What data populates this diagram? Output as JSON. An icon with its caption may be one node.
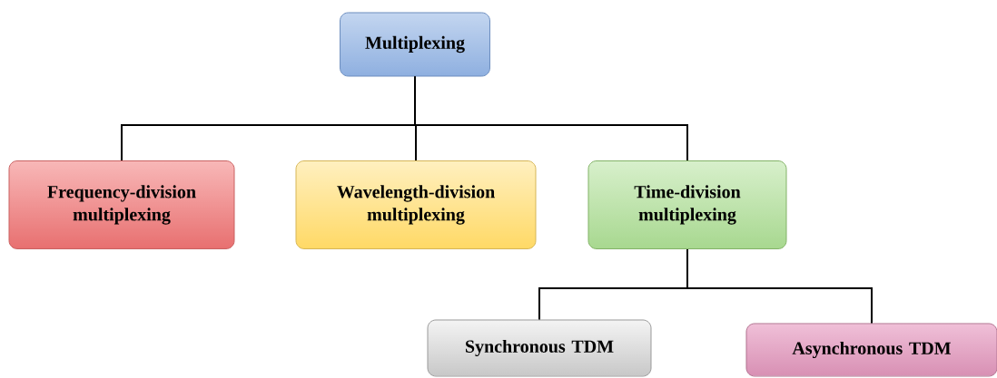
{
  "diagram": {
    "nodes": [
      {
        "text": [
          "Multiplexing"
        ]
      },
      {
        "text": [
          "Frequency-division multiplexing"
        ]
      },
      {
        "text": [
          "Wavelength-division multiplexing"
        ]
      },
      {
        "text": [
          "Time-division multiplexing"
        ]
      },
      {
        "text": [
          "Synchronous TDM"
        ]
      },
      {
        "text": [
          "Asynchronous TDM"
        ]
      }
    ],
    "edges": [
      {
        "from": 0,
        "to": 1,
        "arrow": "none"
      },
      {
        "from": 0,
        "to": 2,
        "arrow": "none"
      },
      {
        "from": 0,
        "to": 3,
        "arrow": "none"
      },
      {
        "from": 3,
        "to": 4,
        "arrow": "none"
      },
      {
        "from": 3,
        "to": 5,
        "arrow": "none"
      }
    ]
  }
}
